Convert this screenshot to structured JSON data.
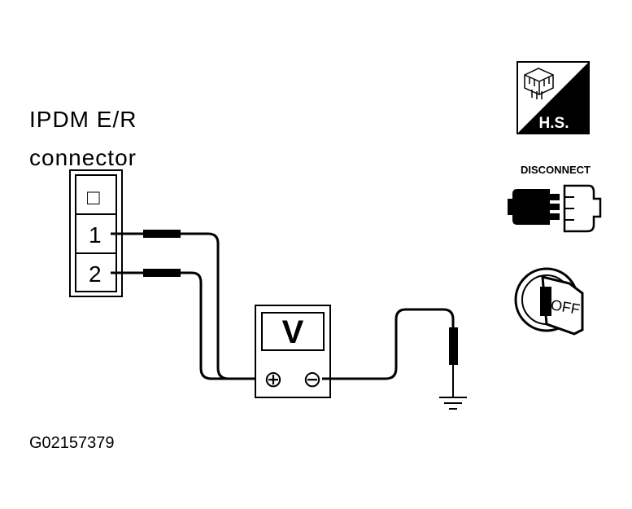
{
  "connector": {
    "label_line1": "IPDM E/R",
    "label_line2": "connector",
    "top_symbol": "□",
    "pins": [
      "1",
      "2"
    ]
  },
  "meter": {
    "display": "V",
    "plus_symbol": "⊕",
    "minus_symbol": "⊖"
  },
  "icons": {
    "harness_side_label": "H.S.",
    "disconnect_label": "DISCONNECT",
    "ignition_label": "OFF",
    "icon_names": [
      "harness-side-icon",
      "disconnect-icon",
      "ignition-off-icon"
    ]
  },
  "figure_id": "G02157379"
}
